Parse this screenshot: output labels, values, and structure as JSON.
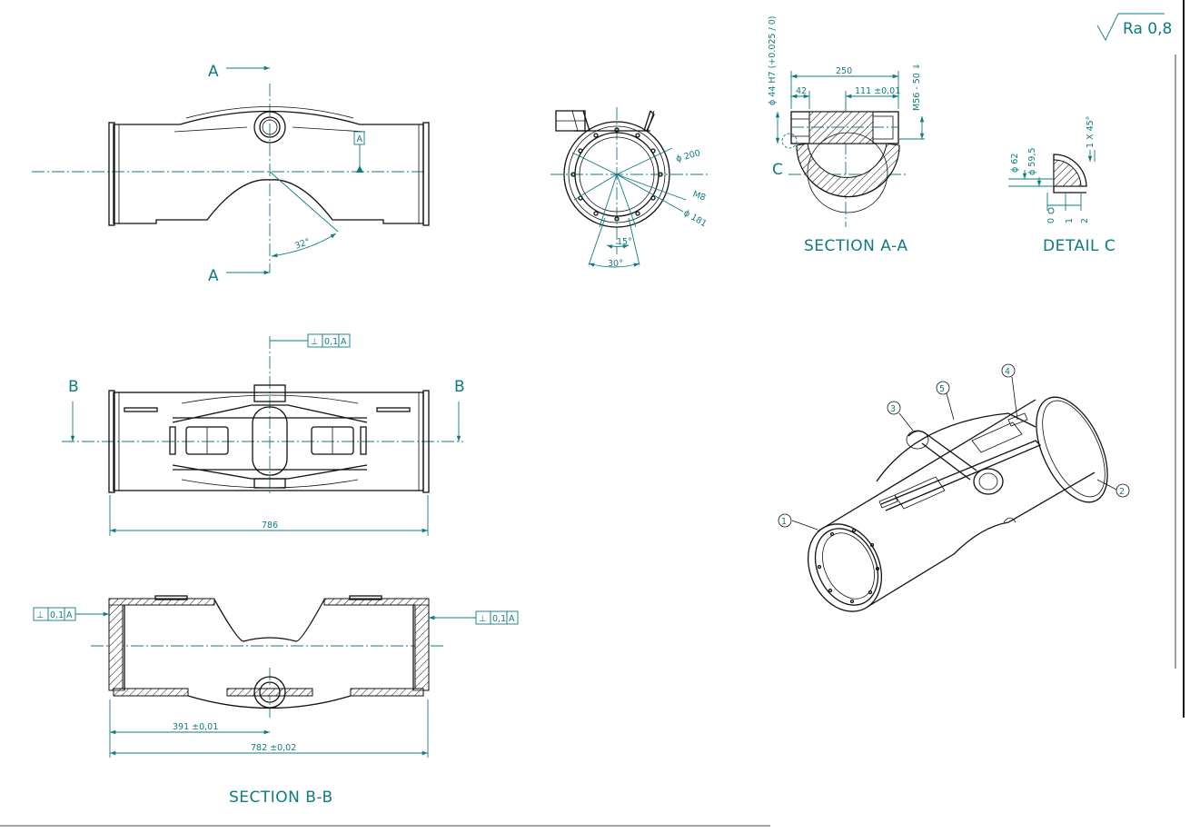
{
  "surface_finish": "Ra 0,8",
  "front_view": {
    "section_label_top": "A",
    "section_label_bottom": "A",
    "datum": "A",
    "angle": "32°"
  },
  "end_view": {
    "diameter_1": "ϕ 200",
    "thread": "M8",
    "diameter_2": "ϕ 181",
    "angle_1": "15°",
    "angle_2": "30°"
  },
  "section_a": {
    "title": "SECTION A-A",
    "bore": "ϕ 44 H7 (+0.025 / 0)",
    "dim_250": "250",
    "dim_42": "42",
    "dim_111": "111 ±0,01",
    "thread": "M56 - 50 ⇓",
    "detail_ref": "C"
  },
  "detail_c": {
    "title": "DETAIL C",
    "dia_62": "ϕ 62",
    "dia_595": "ϕ 59,5",
    "chamfer": "1 X 45°",
    "ticks": [
      "0",
      "1",
      "2"
    ]
  },
  "top_view": {
    "section_label_left": "B",
    "section_label_right": "B",
    "fcf_symbol": "⊥",
    "fcf_tol": "0,1",
    "fcf_datum": "A",
    "length": "786"
  },
  "section_b": {
    "title": "SECTION B-B",
    "fcf_left_symbol": "⊥",
    "fcf_left_tol": "0,1",
    "fcf_left_datum": "A",
    "fcf_right_symbol": "⊥",
    "fcf_right_tol": "0,1",
    "fcf_right_datum": "A",
    "dim_391": "391 ±0,01",
    "dim_782": "782 ±0,02"
  },
  "iso_view": {
    "balloons": [
      "1",
      "2",
      "3",
      "4",
      "5"
    ]
  }
}
